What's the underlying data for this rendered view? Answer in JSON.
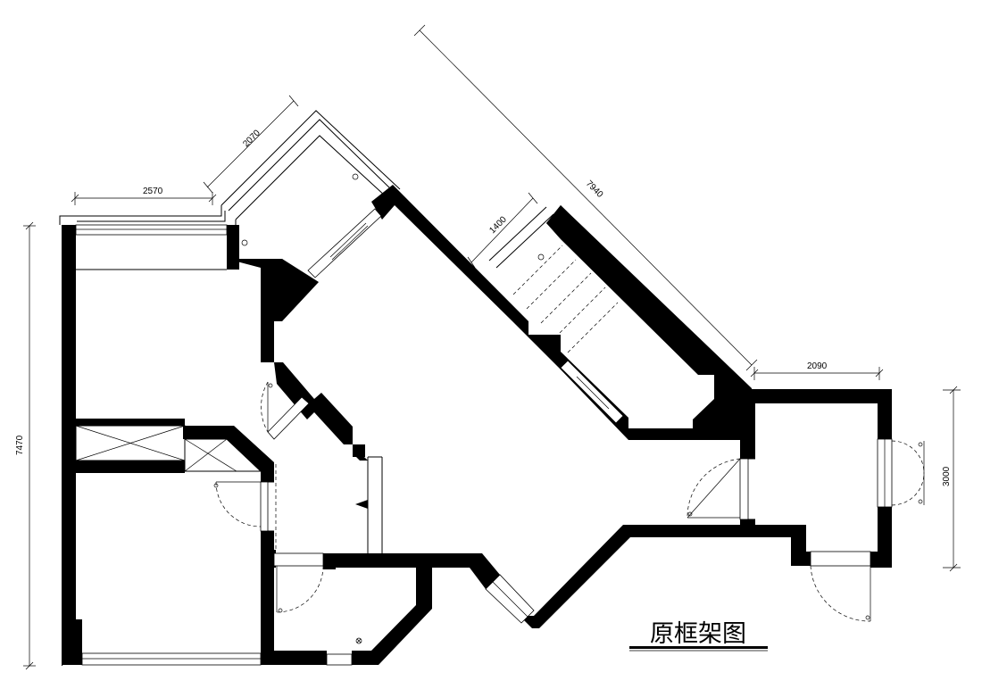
{
  "title": "原框架图",
  "dimensions": {
    "top_left_width": "2570",
    "balcony_diagonal": "2070",
    "overall_diagonal": "7940",
    "opening_diagonal": "1400",
    "right_width": "2090",
    "left_height": "7470",
    "right_height": "3000"
  }
}
